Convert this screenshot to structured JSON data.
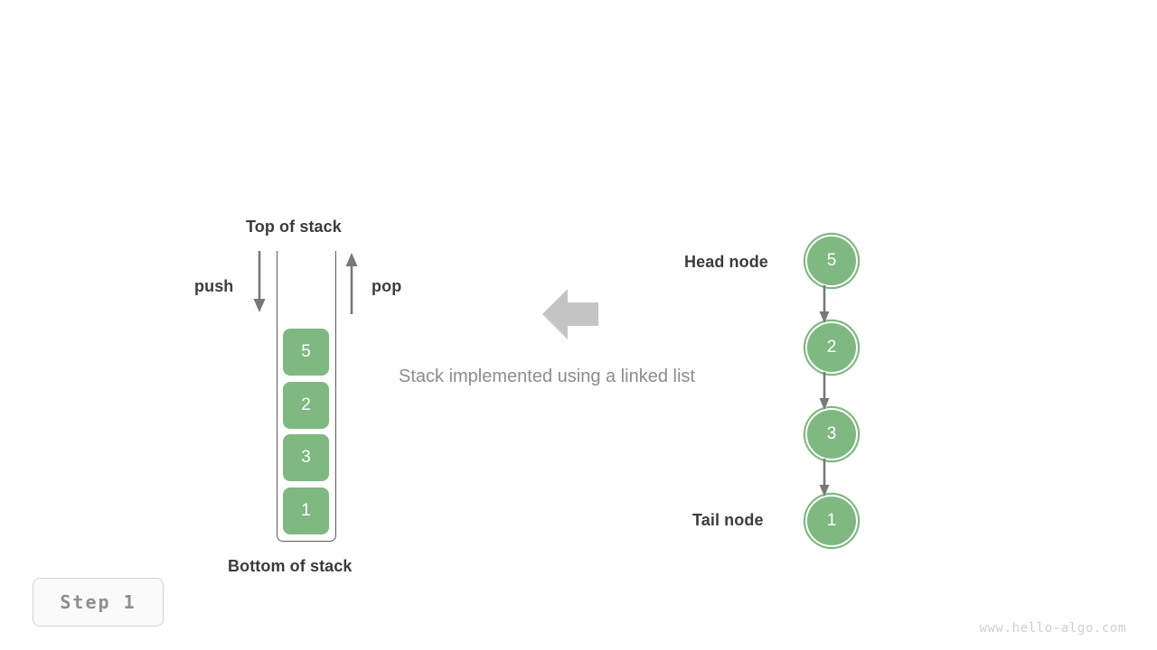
{
  "colors": {
    "node_green": "#7fb881",
    "stroke_gray": "#5a5a5a",
    "arrow_gray": "#787878",
    "transform_arrow_gray": "#c4c4c4",
    "label_dark": "#3c3c3c",
    "caption_gray": "#8c8c8c",
    "badge_text": "#8f8f8f",
    "watermark": "#d0d0d0",
    "background": "#ffffff"
  },
  "stack": {
    "top_label": "Top of stack",
    "bottom_label": "Bottom of stack",
    "push_label": "push",
    "pop_label": "pop",
    "cells": [
      {
        "value": "5"
      },
      {
        "value": "2"
      },
      {
        "value": "3"
      },
      {
        "value": "1"
      }
    ]
  },
  "caption": {
    "text": "Stack implemented using a linked list"
  },
  "linked_list": {
    "head_label": "Head node",
    "tail_label": "Tail node",
    "nodes": [
      {
        "value": "5"
      },
      {
        "value": "2"
      },
      {
        "value": "3"
      },
      {
        "value": "1"
      }
    ]
  },
  "step_badge": {
    "text": "Step 1"
  },
  "watermark": {
    "text": "www.hello-algo.com"
  }
}
